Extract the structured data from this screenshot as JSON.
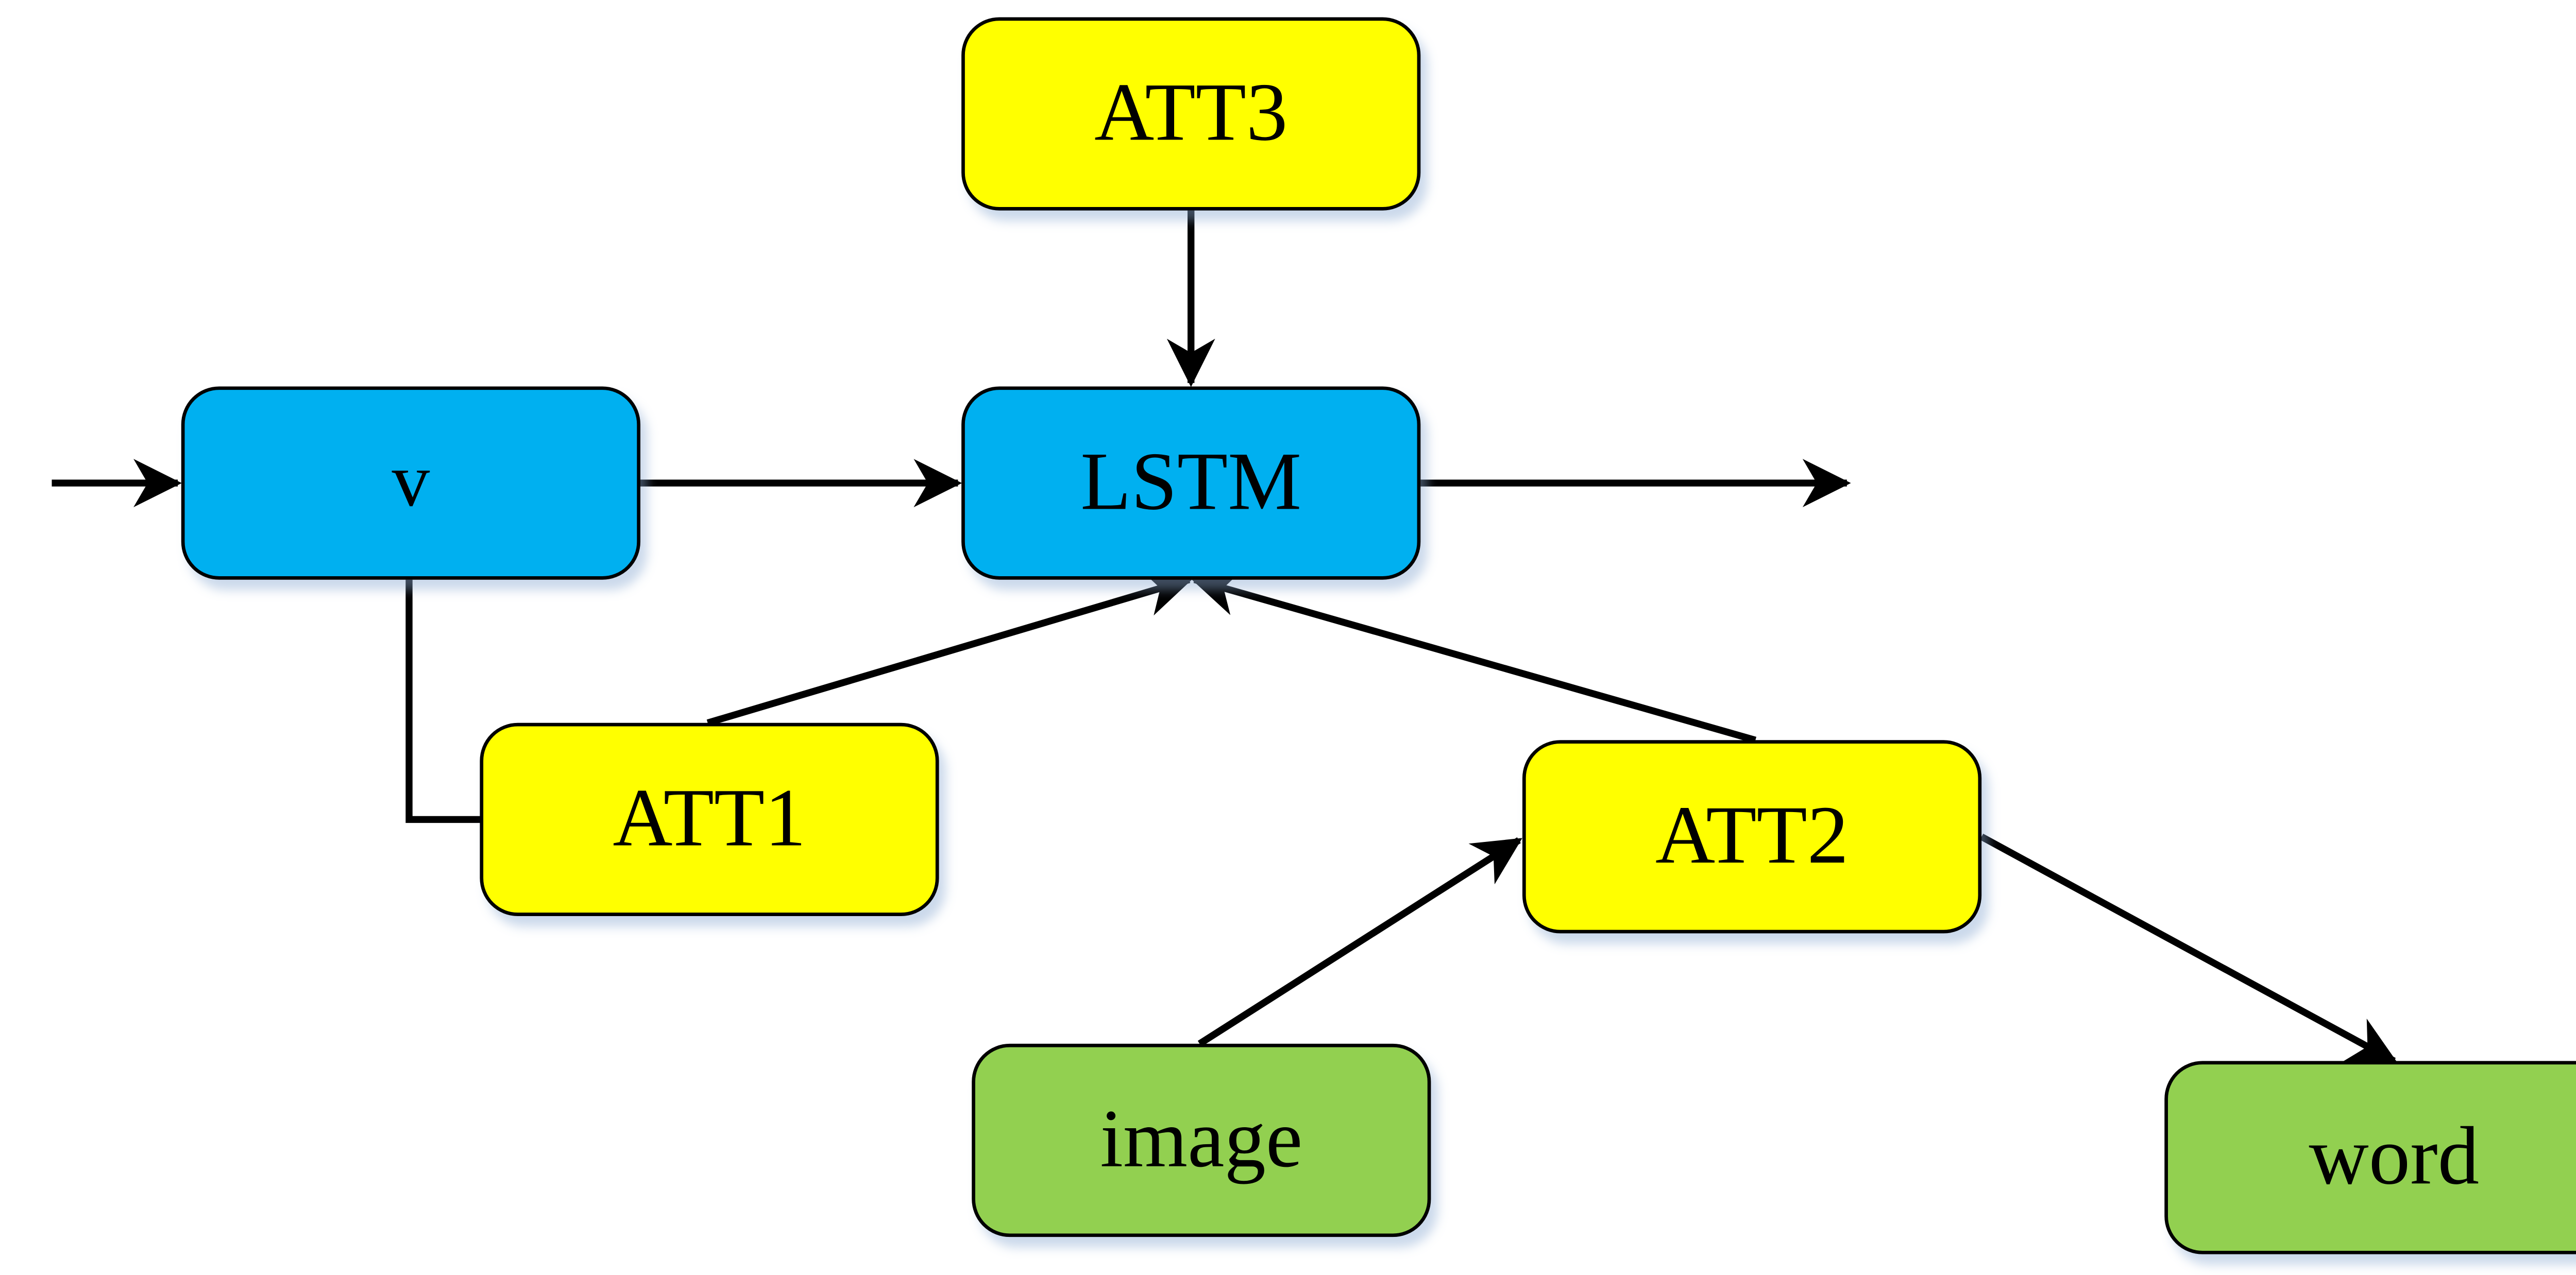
{
  "diagram": {
    "nodes": [
      {
        "id": "att3",
        "label": "ATT3",
        "fill": "#FFFF00"
      },
      {
        "id": "v",
        "label": "v",
        "fill": "#00B0F0"
      },
      {
        "id": "lstm",
        "label": "LSTM",
        "fill": "#00B0F0"
      },
      {
        "id": "att1",
        "label": "ATT1",
        "fill": "#FFFF00"
      },
      {
        "id": "att2",
        "label": "ATT2",
        "fill": "#FFFF00"
      },
      {
        "id": "image",
        "label": "image",
        "fill": "#92D050"
      },
      {
        "id": "word",
        "label": "word",
        "fill": "#92D050"
      }
    ],
    "edges": [
      {
        "from": "input",
        "to": "v"
      },
      {
        "from": "v",
        "to": "lstm"
      },
      {
        "from": "lstm",
        "to": "output"
      },
      {
        "from": "att3",
        "to": "lstm"
      },
      {
        "from": "v",
        "to": "att1"
      },
      {
        "from": "att1",
        "to": "lstm"
      },
      {
        "from": "att2",
        "to": "lstm"
      },
      {
        "from": "image",
        "to": "att2"
      },
      {
        "from": "att2",
        "to": "word"
      }
    ],
    "colors": {
      "yellow": "#FFFF00",
      "blue": "#00B0F0",
      "green": "#92D050",
      "line": "#000000"
    }
  }
}
